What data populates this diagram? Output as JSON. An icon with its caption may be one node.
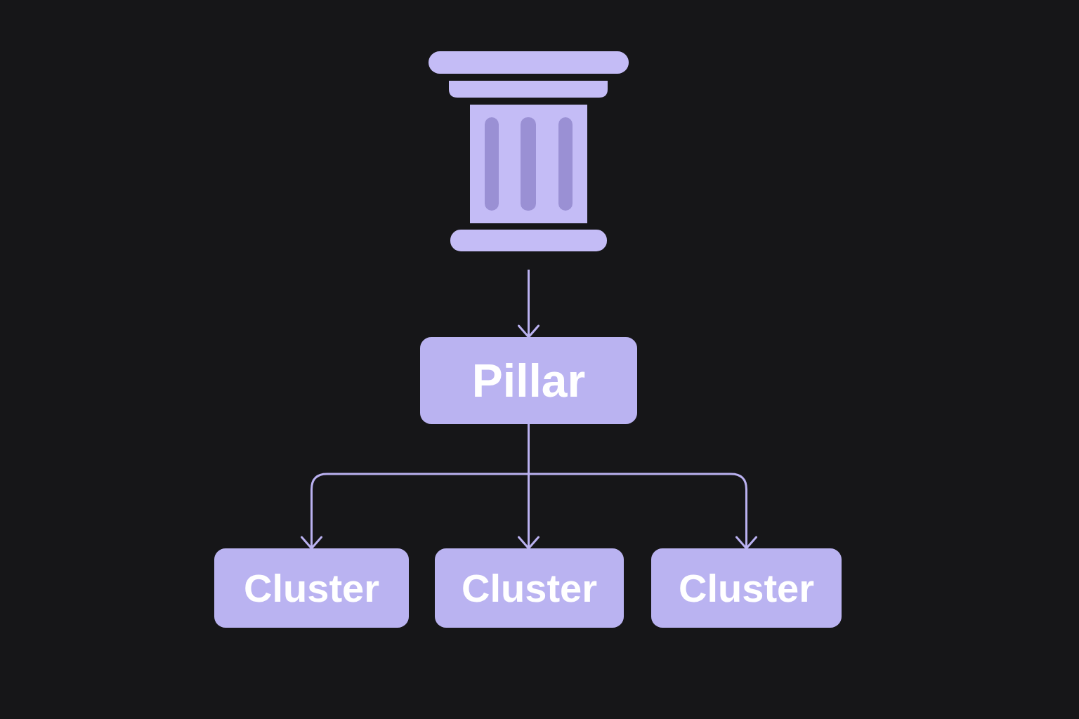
{
  "diagram": {
    "nodes": [
      {
        "text": [],
        "shape": "picture"
      },
      {
        "text": [
          "Pillar"
        ]
      },
      {
        "text": [
          "Cluster"
        ]
      },
      {
        "text": [
          "Cluster"
        ]
      },
      {
        "text": [
          "Cluster"
        ]
      }
    ],
    "edges": [
      {
        "from": 0,
        "to": 1,
        "arrow": "to"
      },
      {
        "from": 1,
        "to": 2,
        "arrow": "to"
      },
      {
        "from": 1,
        "to": 3,
        "arrow": "to"
      },
      {
        "from": 1,
        "to": 4,
        "arrow": "to"
      }
    ]
  }
}
